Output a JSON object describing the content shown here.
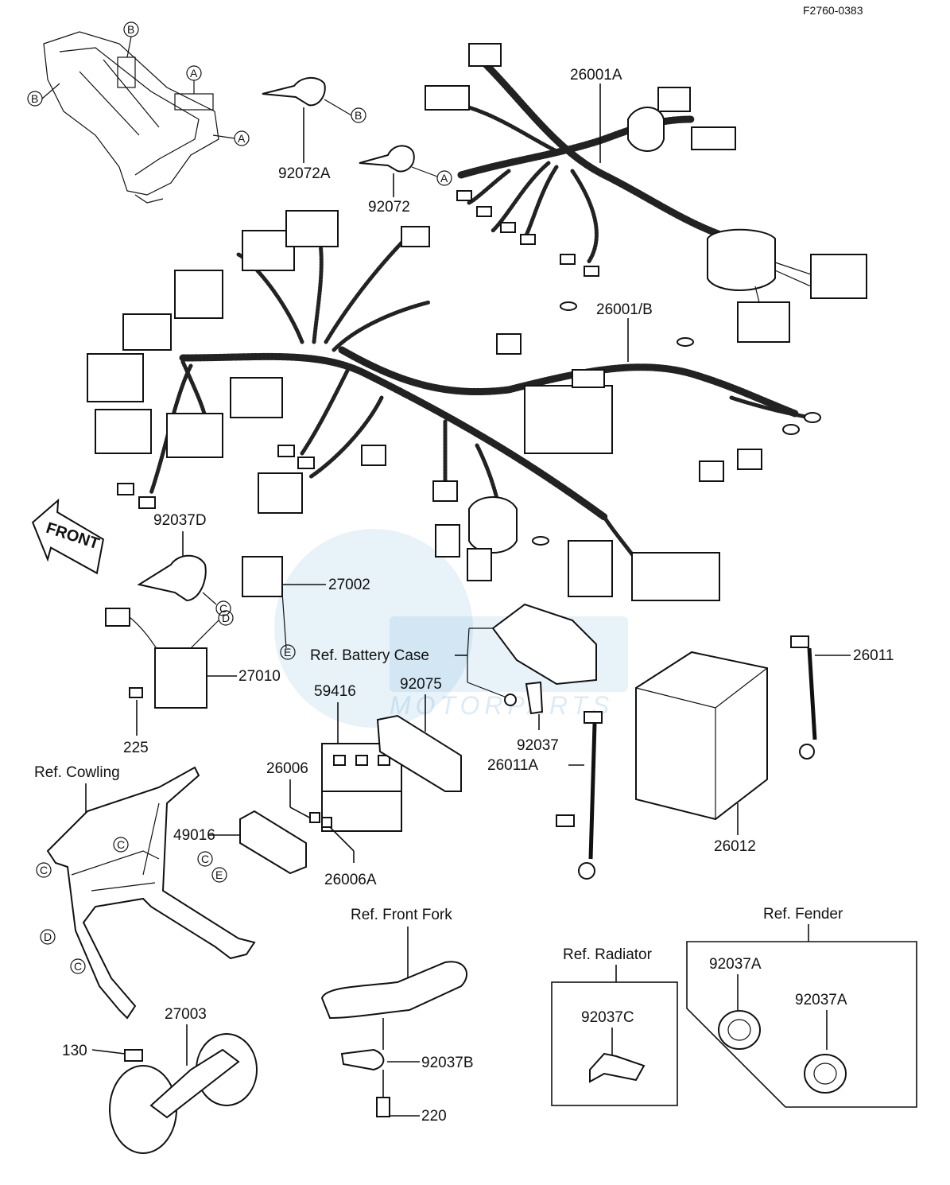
{
  "figure_code": "F2760-0383",
  "front_arrow": "FRONT",
  "watermark": {
    "brand": "MOTORPARTS",
    "color": "#1a7fc4"
  },
  "callouts": {
    "A": "A",
    "B": "B",
    "C": "C",
    "D": "D",
    "E": "E"
  },
  "parts": {
    "p26001A": "26001A",
    "p26001B": "26001/B",
    "p92072A": "92072A",
    "p92072": "92072",
    "p92037D": "92037D",
    "p27002": "27002",
    "p27010": "27010",
    "p225": "225",
    "p59416": "59416",
    "p92075": "92075",
    "p92037": "92037",
    "p26011A": "26011A",
    "p26011": "26011",
    "p26012": "26012",
    "p26006": "26006",
    "p26006A": "26006A",
    "p49016": "49016",
    "p27003": "27003",
    "p130": "130",
    "p92037B": "92037B",
    "p220": "220",
    "p92037C": "92037C",
    "p92037A_1": "92037A",
    "p92037A_2": "92037A"
  },
  "refs": {
    "battery_case": "Ref. Battery Case",
    "cowling": "Ref. Cowling",
    "front_fork": "Ref. Front Fork",
    "radiator": "Ref. Radiator",
    "fender": "Ref. Fender"
  }
}
